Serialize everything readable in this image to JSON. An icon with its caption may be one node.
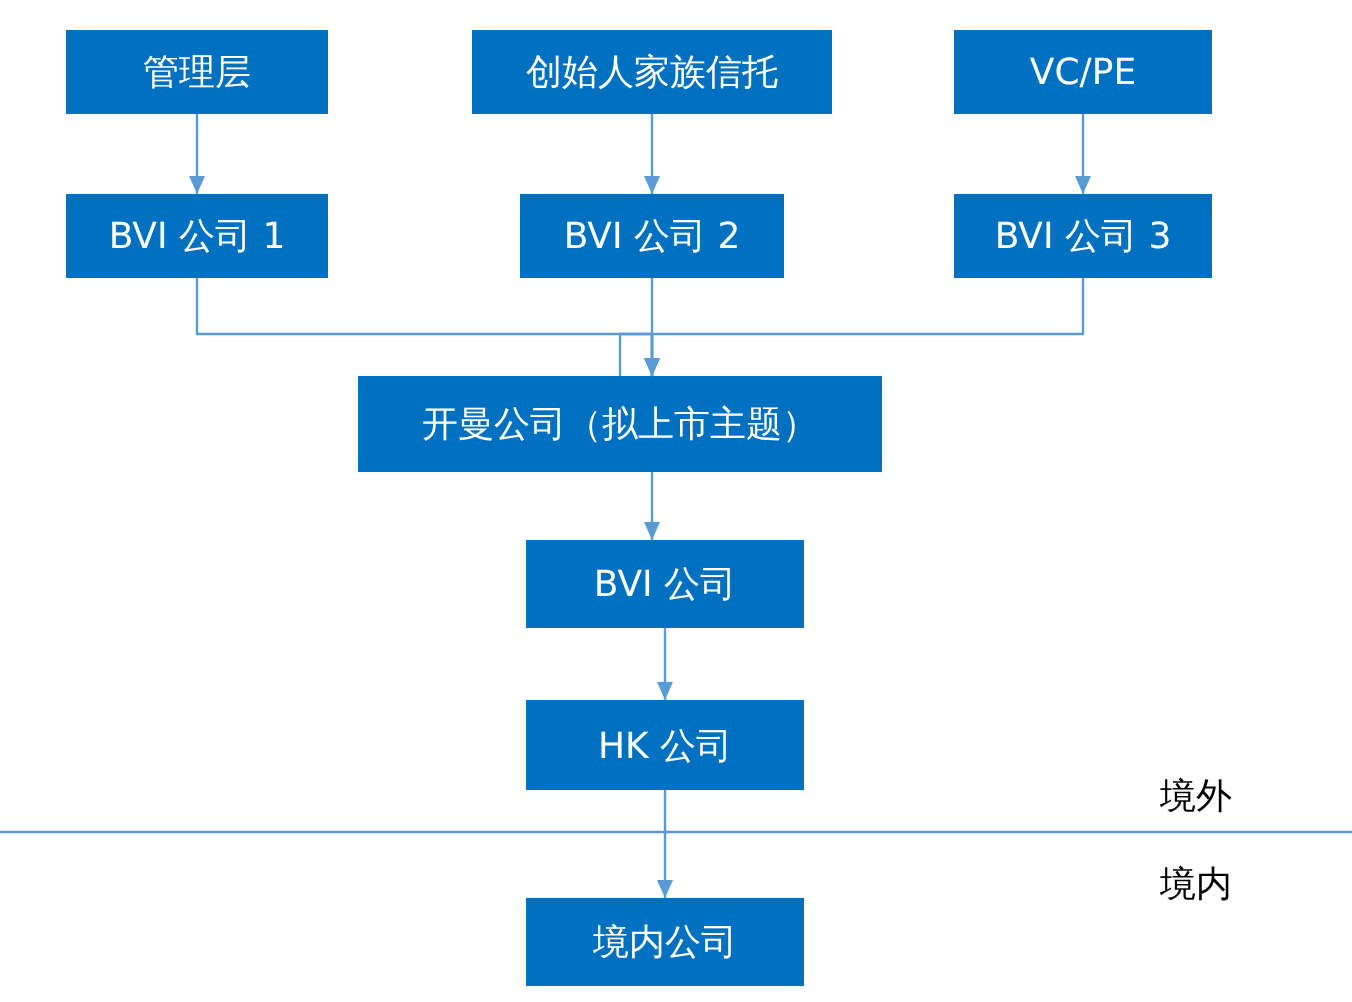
{
  "diagram": {
    "nodes": [
      {
        "text": [
          "管理层"
        ]
      },
      {
        "text": [
          "创始人家族信托"
        ]
      },
      {
        "text": [
          "VC/PE"
        ]
      },
      {
        "text": [
          "BVI 公司 1"
        ]
      },
      {
        "text": [
          "BVI 公司 2"
        ]
      },
      {
        "text": [
          "BVI 公司 3"
        ]
      },
      {
        "text": [
          "开曼公司（拟上市主题）"
        ]
      },
      {
        "text": [
          "BVI 公司"
        ]
      },
      {
        "text": [
          "HK 公司"
        ]
      },
      {
        "text": [
          "境内公司"
        ]
      }
    ],
    "edges": [
      {
        "from": 0,
        "to": 3,
        "arrow": "to"
      },
      {
        "from": 1,
        "to": 4,
        "arrow": "to"
      },
      {
        "from": 2,
        "to": 5,
        "arrow": "to"
      },
      {
        "from": 3,
        "to": 6,
        "arrow": "to"
      },
      {
        "from": 4,
        "to": 6,
        "arrow": "to"
      },
      {
        "from": 5,
        "to": 6,
        "arrow": "to"
      },
      {
        "from": 6,
        "to": 7,
        "arrow": "to"
      },
      {
        "from": 7,
        "to": 8,
        "arrow": "to"
      },
      {
        "from": 8,
        "to": 9,
        "arrow": "to"
      }
    ],
    "labels": [
      "境外",
      "境内"
    ]
  }
}
